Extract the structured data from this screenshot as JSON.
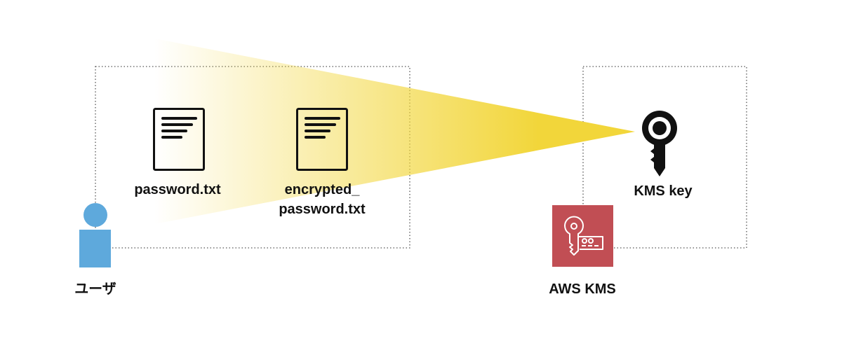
{
  "colors": {
    "beam": "#f2d63a",
    "user": "#5ea9dc",
    "kms_tile": "#c14e54",
    "ink": "#111111"
  },
  "user": {
    "label": "ユーザ",
    "icon": "user-icon"
  },
  "files": [
    {
      "label": "password.txt",
      "icon": "document-icon"
    },
    {
      "label_line1": "encrypted_",
      "label_line2": "password.txt",
      "icon": "document-icon"
    }
  ],
  "kms_key": {
    "label": "KMS key",
    "icon": "key-icon"
  },
  "aws_kms": {
    "label": "AWS KMS",
    "icon": "aws-kms-icon"
  }
}
